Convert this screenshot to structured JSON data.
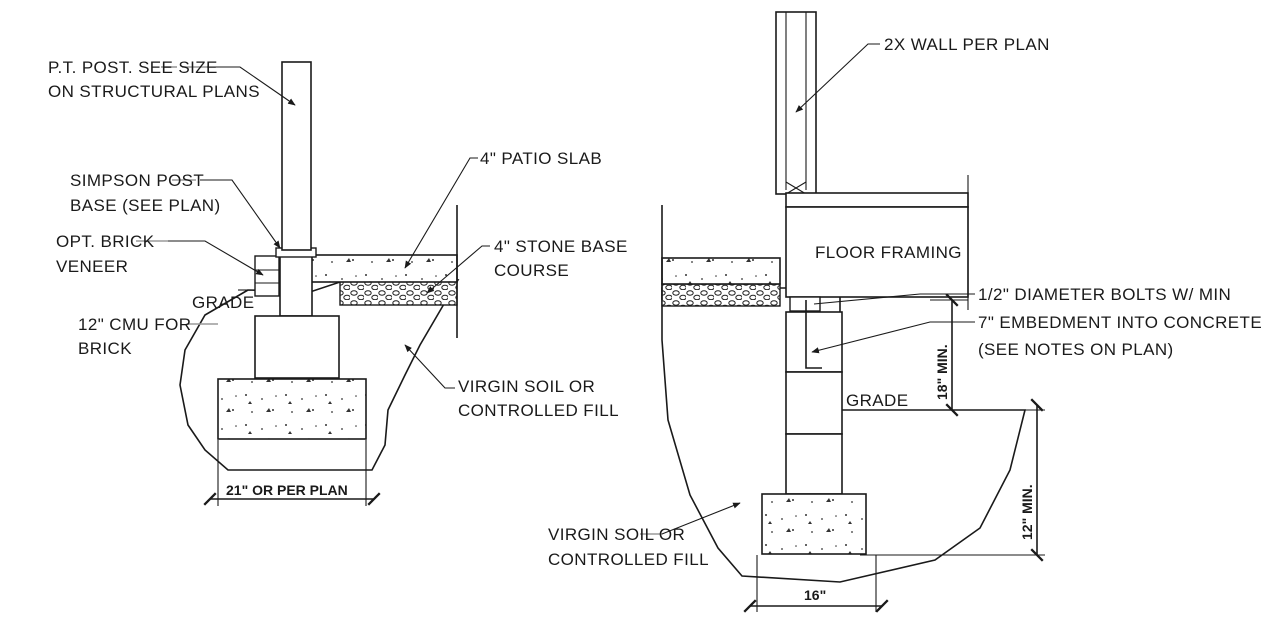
{
  "left_detail": {
    "labels": {
      "post_a": "P.T. POST. SEE SIZE",
      "post_b": "ON STRUCTURAL PLANS",
      "simpson_a": "SIMPSON POST",
      "simpson_b": "BASE (SEE PLAN)",
      "brick_a": "OPT. BRICK",
      "brick_b": "VENEER",
      "grade": "GRADE",
      "cmu_a": "12\" CMU FOR",
      "cmu_b": "BRICK",
      "slab": "4\" PATIO SLAB",
      "stone_a": "4\" STONE BASE",
      "stone_b": "COURSE",
      "soil_a": "VIRGIN SOIL OR",
      "soil_b": "CONTROLLED FILL",
      "width_dim": "21\" OR PER PLAN"
    }
  },
  "right_detail": {
    "labels": {
      "wall": "2X WALL PER PLAN",
      "floor": "FLOOR FRAMING",
      "bolts_a": "1/2\" DIAMETER BOLTS W/ MIN",
      "bolts_b": "7\" EMBEDMENT INTO CONCRETE",
      "bolts_c": "(SEE NOTES ON PLAN)",
      "dim_18": "18\" MIN.",
      "grade": "GRADE",
      "dim_12": "12\" MIN.",
      "soil_a": "VIRGIN SOIL OR",
      "soil_b": "CONTROLLED FILL",
      "width_dim": "16\""
    }
  }
}
